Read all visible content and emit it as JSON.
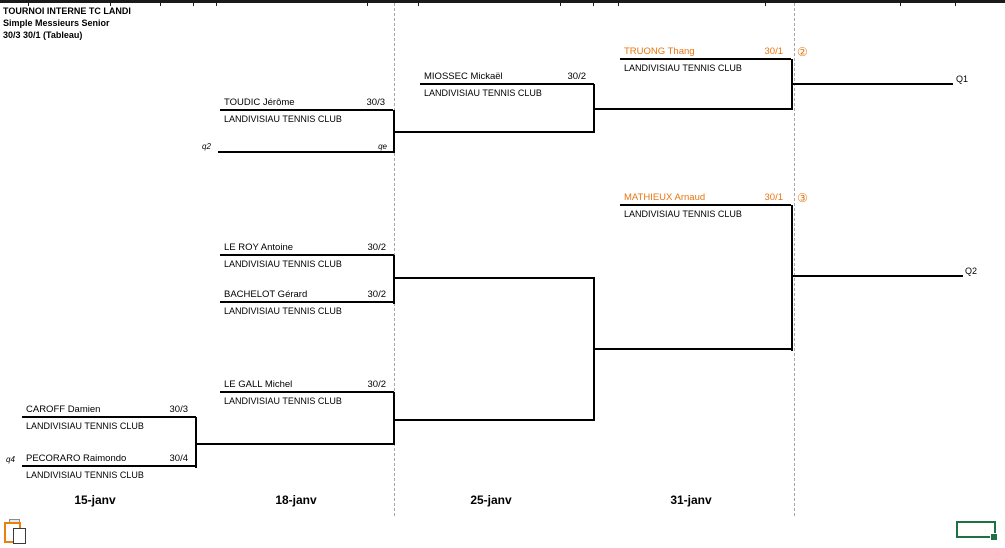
{
  "header": {
    "title": "TOURNOI INTERNE TC LANDI",
    "subtitle": "Simple Messieurs Senior",
    "format_line": "30/3 30/1 (Tableau)"
  },
  "players": {
    "toudic": {
      "name": "TOUDIC Jérôme",
      "rating": "30/3",
      "club": "LANDIVISIAU TENNIS CLUB"
    },
    "miossec": {
      "name": "MIOSSEC Mickaël",
      "rating": "30/2",
      "club": "LANDIVISIAU TENNIS CLUB"
    },
    "truong": {
      "name": "TRUONG Thang",
      "rating": "30/1",
      "club": "LANDIVISIAU TENNIS CLUB",
      "seed": "②"
    },
    "mathieux": {
      "name": "MATHIEUX Arnaud",
      "rating": "30/1",
      "club": "LANDIVISIAU TENNIS CLUB",
      "seed": "③"
    },
    "leroy": {
      "name": "LE ROY Antoine",
      "rating": "30/2",
      "club": "LANDIVISIAU TENNIS CLUB"
    },
    "bachelot": {
      "name": "BACHELOT Gérard",
      "rating": "30/2",
      "club": "LANDIVISIAU TENNIS CLUB"
    },
    "legall": {
      "name": "LE GALL Michel",
      "rating": "30/2",
      "club": "LANDIVISIAU TENNIS CLUB"
    },
    "caroff": {
      "name": "CAROFF Damien",
      "rating": "30/3",
      "club": "LANDIVISIAU TENNIS CLUB"
    },
    "pecoraro": {
      "name": "PECORARO Raimondo",
      "rating": "30/4",
      "club": "LANDIVISIAU TENNIS CLUB",
      "qualifier_tag": "q4"
    }
  },
  "slots": {
    "q2": "q2",
    "qe": "qe"
  },
  "outputs": {
    "q1": "Q1",
    "q2": "Q2"
  },
  "round_dates": {
    "r1": "15-janv",
    "r2": "18-janv",
    "r3": "25-janv",
    "r4": "31-janv"
  },
  "icons": {
    "paste_options": "clipboard",
    "cell_selection": "green-rectangle-with-fill-handle"
  },
  "colors": {
    "seed_orange": "#E87511",
    "line_black": "#000000",
    "selection_green": "#1E7145",
    "pagebreak_gray": "#A6A6A6",
    "clipboard_orange": "#E8820E",
    "clip_gray": "#8C8C8C"
  }
}
